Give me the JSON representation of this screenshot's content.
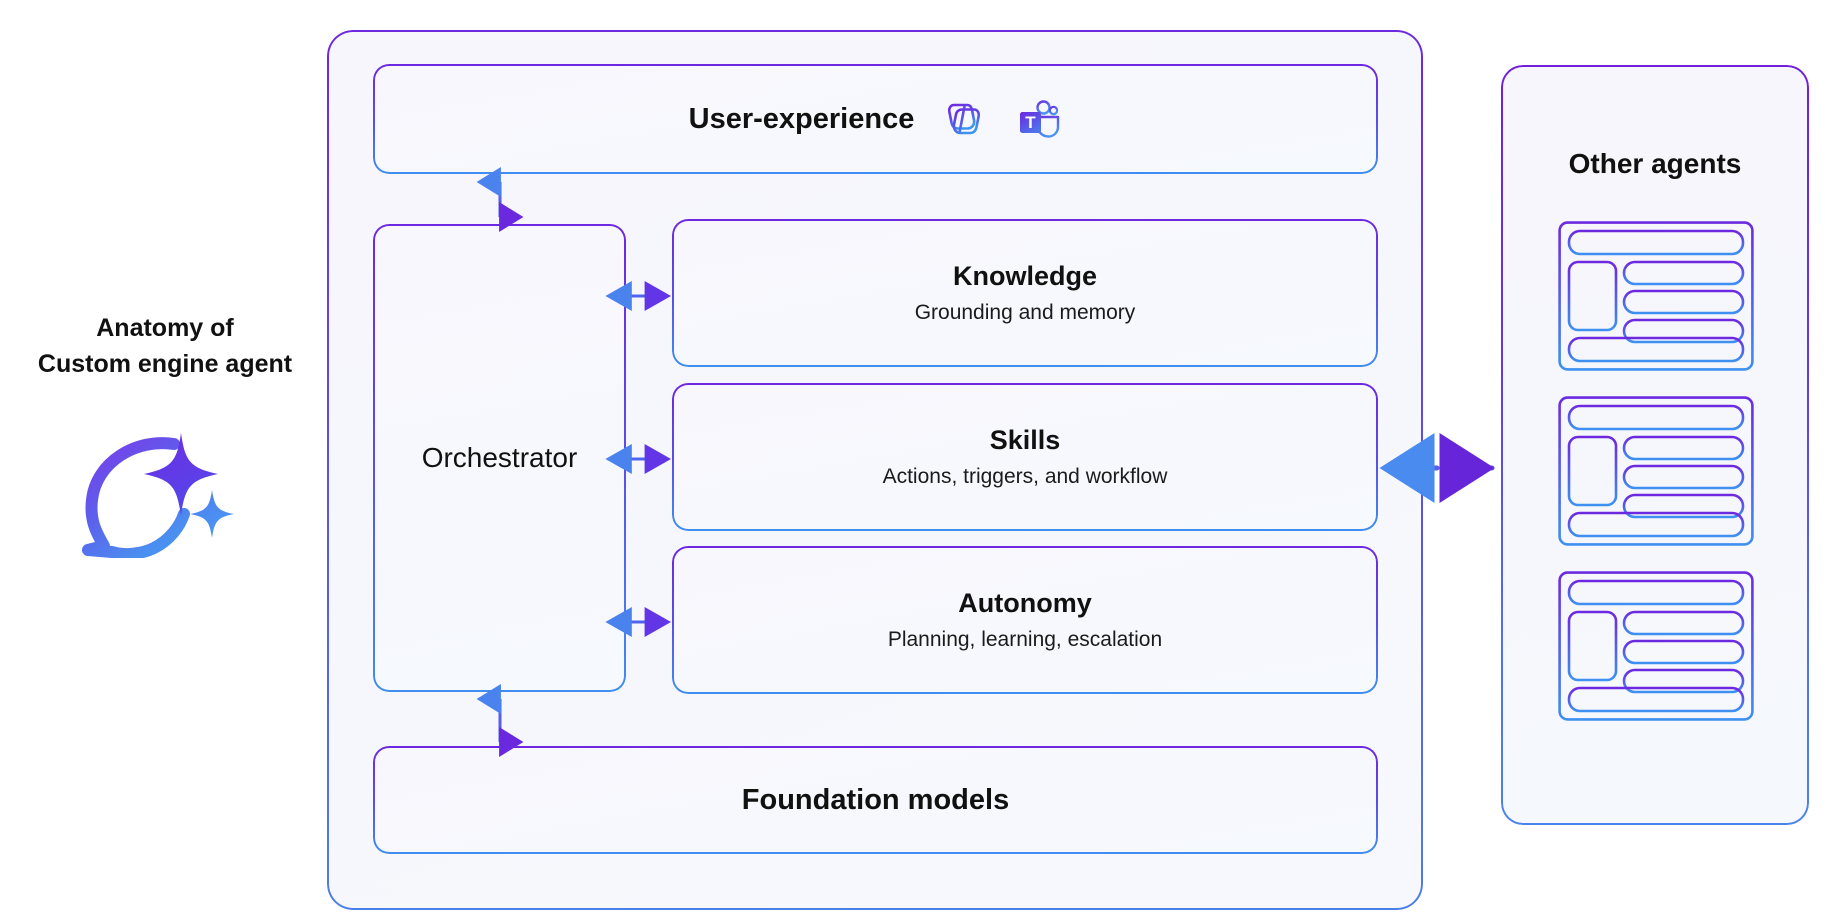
{
  "caption": {
    "line1": "Anatomy of",
    "line2": "Custom engine agent",
    "logo_icon": "copilot-sparkle-chat-icon"
  },
  "main_panel": {
    "user_experience": {
      "title": "User-experience",
      "icons": [
        {
          "name": "microsoft-365-copilot-icon",
          "label": "Microsoft 365 Copilot"
        },
        {
          "name": "microsoft-teams-icon",
          "label": "Microsoft Teams"
        }
      ]
    },
    "orchestrator": {
      "title": "Orchestrator"
    },
    "capabilities": [
      {
        "title": "Knowledge",
        "subtitle": "Grounding and memory"
      },
      {
        "title": "Skills",
        "subtitle": "Actions, triggers, and workflow"
      },
      {
        "title": "Autonomy",
        "subtitle": "Planning, learning, escalation"
      }
    ],
    "foundation": {
      "title": "Foundation models"
    }
  },
  "other_agents": {
    "title": "Other agents",
    "cards": [
      {
        "name": "agent-wireframe-card-1"
      },
      {
        "name": "agent-wireframe-card-2"
      },
      {
        "name": "agent-wireframe-card-3"
      }
    ]
  },
  "connectors": [
    {
      "name": "ux-to-orchestrator",
      "style": "solid-double-arrow",
      "orientation": "vertical"
    },
    {
      "name": "orchestrator-to-knowledge",
      "style": "solid-double-arrow",
      "orientation": "horizontal"
    },
    {
      "name": "orchestrator-to-skills",
      "style": "solid-double-arrow",
      "orientation": "horizontal"
    },
    {
      "name": "orchestrator-to-autonomy",
      "style": "solid-double-arrow",
      "orientation": "horizontal"
    },
    {
      "name": "orchestrator-to-foundation",
      "style": "solid-double-arrow",
      "orientation": "vertical"
    },
    {
      "name": "agent-to-other-agents",
      "style": "dotted-double-arrow",
      "orientation": "horizontal"
    }
  ],
  "colors": {
    "purple": "#6D28E0",
    "violet": "#5B4CE9",
    "blue": "#4B83EC",
    "light_blue": "#4A90F0",
    "panel_bg": "#F7F7FD",
    "text": "#111111"
  }
}
